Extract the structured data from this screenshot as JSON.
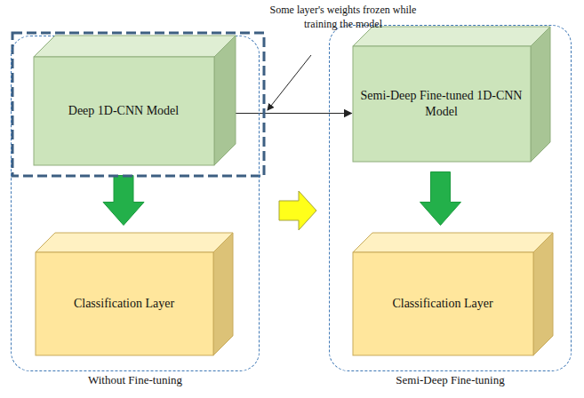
{
  "diagram": {
    "nodes": [
      {
        "text": [
          "Without Fine-tuning"
        ]
      },
      {
        "text": [
          "Deep 1D-CNN Model"
        ],
        "in": 0
      },
      {
        "text": [
          "Classification Layer"
        ],
        "in": 0
      },
      {
        "text": [
          "Semi-Deep Fine-tuning"
        ]
      },
      {
        "text": [
          "Semi-Deep Fine-tuned 1D-CNN Model"
        ],
        "in": 3
      },
      {
        "text": [
          "Classification Layer"
        ],
        "in": 3
      }
    ],
    "edges": [
      {
        "from": 0,
        "to": 3,
        "arrow": "to"
      },
      {
        "from": 1,
        "to": 2,
        "arrow": "to"
      },
      {
        "from": 1,
        "to": 4,
        "arrow": "to"
      },
      {
        "from": 4,
        "to": 5,
        "arrow": "to"
      }
    ],
    "labels": [
      "Some layer's weights frozen while training the model"
    ]
  }
}
